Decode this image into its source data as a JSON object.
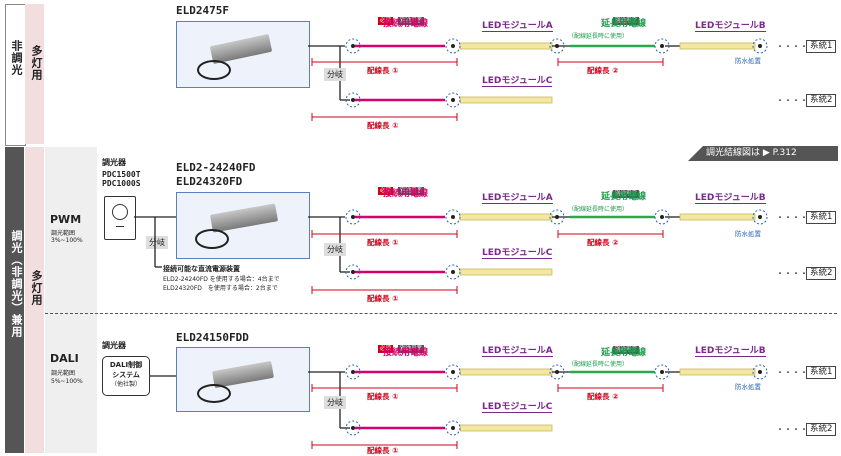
{
  "sec1": {
    "left1": "非調光",
    "left2": "多灯用",
    "model": "ELD2475F",
    "must": "必須",
    "separate": "別途用意",
    "conn_cable": "接続用電線",
    "led_a": "LEDモジュールA",
    "ext_badge": "別途用意",
    "ext_cable": "延長用電線",
    "ext_note": "（配線延長時に使用）",
    "led_b": "LEDモジュールB",
    "led_c": "LEDモジュールC",
    "waterproof": "防水処置",
    "sys1": "系統1",
    "sys2": "系統2",
    "dots": "・・・・",
    "branch": "分岐",
    "len1": "配線長 ①",
    "len2": "配線長 ②",
    "len3": "配線長 ①"
  },
  "banner": {
    "text": "調光結線図は ▶ P.312"
  },
  "sec2": {
    "left1": "調光（非調光）兼用",
    "left2": "多灯用",
    "pwm": "PWM",
    "pwm_range_label": "調光範囲",
    "pwm_range": "3%~100%",
    "dali": "DALI",
    "dali_range_label": "調光範囲",
    "dali_range": "5%~100%",
    "dimmer_title": "調光器",
    "dimmer_models1": "PDC1500T",
    "dimmer_models2": "PDC1000S",
    "model1": "ELD2-24240FD",
    "model2": "ELD24320FD",
    "psu_note_title": "接続可能な直流電源装置",
    "psu_note1": "ELD2-24240FD を使用する場合：4台まで",
    "psu_note2": "ELD24320FD　を使用する場合：2台まで",
    "dali_dimmer_title": "調光器",
    "dali_box1": "DALI制御",
    "dali_box2": "システム",
    "dali_box3": "（他社製）",
    "dali_model": "ELD24150FDD"
  }
}
